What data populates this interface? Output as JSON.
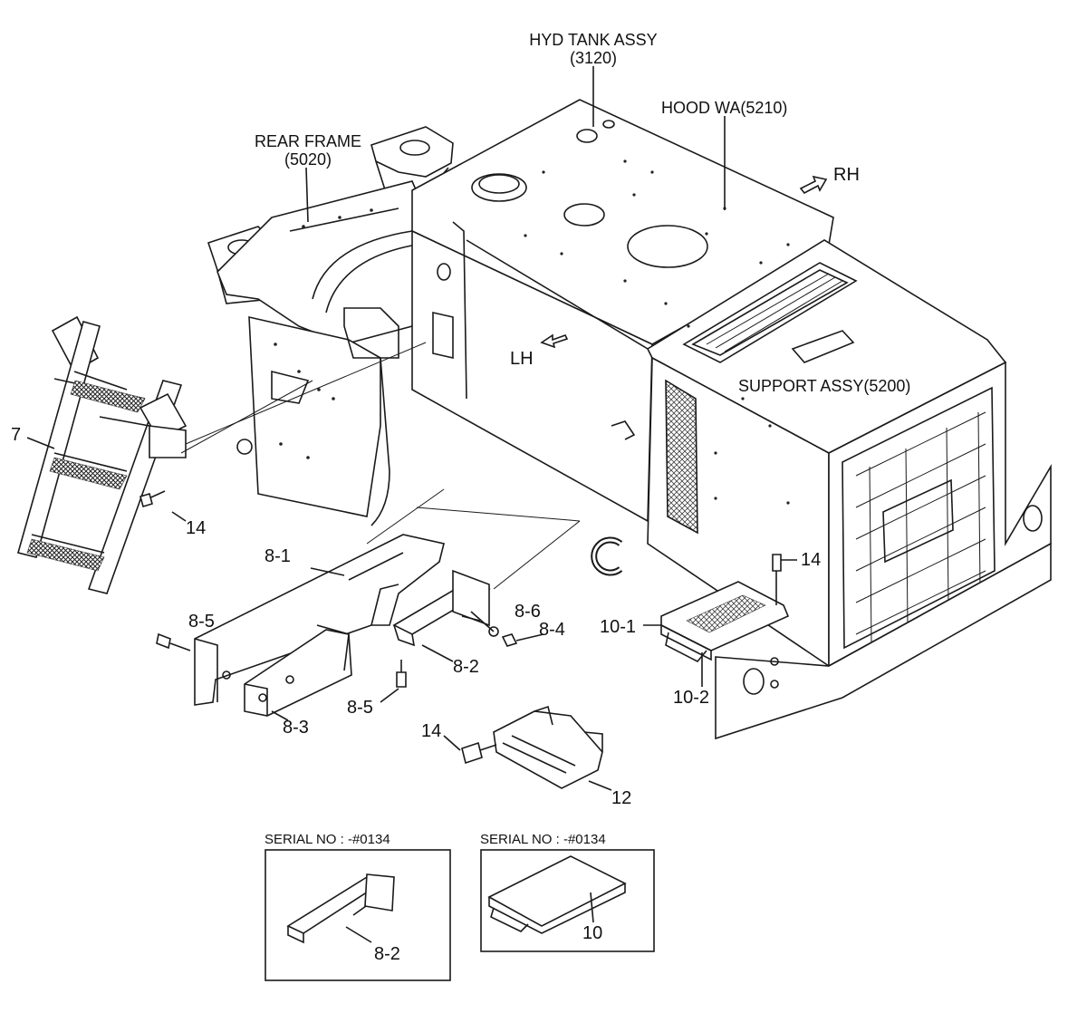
{
  "labels": {
    "hyd_tank_title": "HYD TANK ASSY",
    "hyd_tank_code": "(3120)",
    "hood": "HOOD WA(5210)",
    "rear_frame_title": "REAR FRAME",
    "rear_frame_code": "(5020)",
    "rh": "RH",
    "lh": "LH",
    "support": "SUPPORT ASSY(5200)"
  },
  "parts": {
    "p7": "7",
    "p14_a": "14",
    "p14_b": "14",
    "p14_c": "14",
    "p8_1": "8-1",
    "p8_5_a": "8-5",
    "p8_5_b": "8-5",
    "p8_6": "8-6",
    "p8_4": "8-4",
    "p8_2": "8-2",
    "p8_3": "8-3",
    "p10_1": "10-1",
    "p10_2": "10-2",
    "p12": "12"
  },
  "insets": [
    {
      "serial": "SERIAL NO : -#0134",
      "part": "8-2"
    },
    {
      "serial": "SERIAL NO : -#0134",
      "part": "10"
    }
  ]
}
